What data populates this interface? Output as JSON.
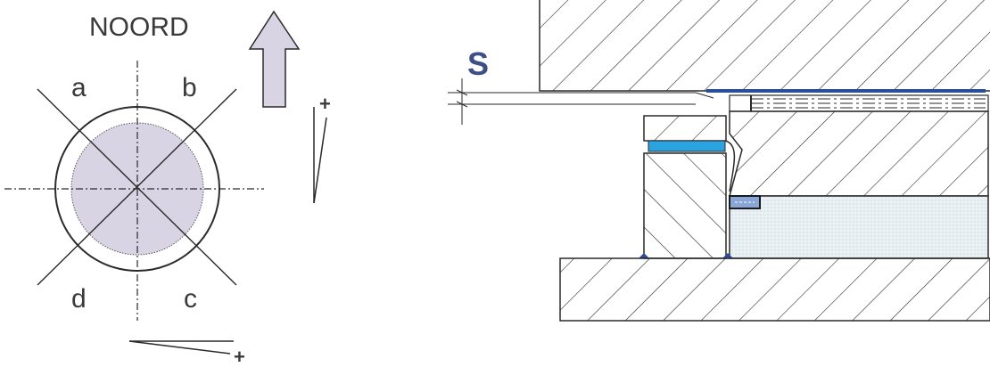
{
  "compass": {
    "north_label": "NOORD",
    "quadrants": {
      "a": "a",
      "b": "b",
      "c": "c",
      "d": "d"
    },
    "plus_vertical": "+",
    "plus_horizontal": "+"
  },
  "section": {
    "gap_label": "S"
  },
  "colors": {
    "disc_fill": "#d9d4e4",
    "arrow_fill": "#d9d4e4",
    "seal_blue": "#2aa3e0",
    "dark_blue": "#2a4f9a",
    "grout_fill": "#eaf1f4",
    "line": "#2a2a2a"
  }
}
